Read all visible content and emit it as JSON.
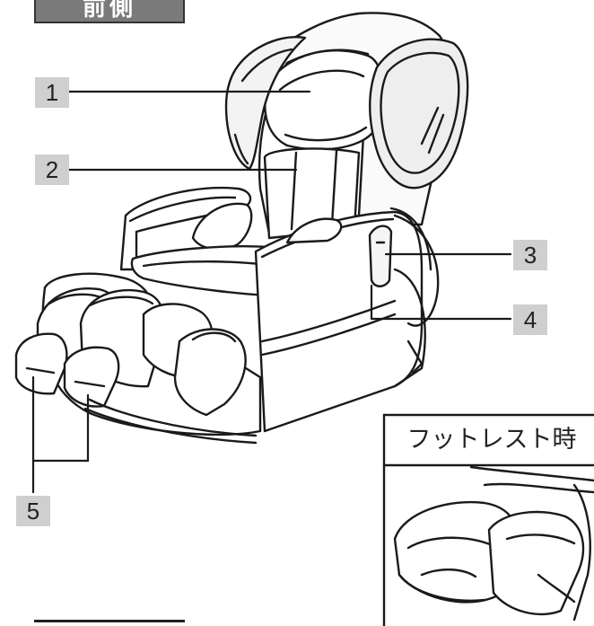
{
  "header": {
    "title": "前側"
  },
  "callouts": [
    {
      "number": "1"
    },
    {
      "number": "2"
    },
    {
      "number": "3"
    },
    {
      "number": "4"
    },
    {
      "number": "5"
    }
  ],
  "inset": {
    "label": "フットレスト時"
  }
}
